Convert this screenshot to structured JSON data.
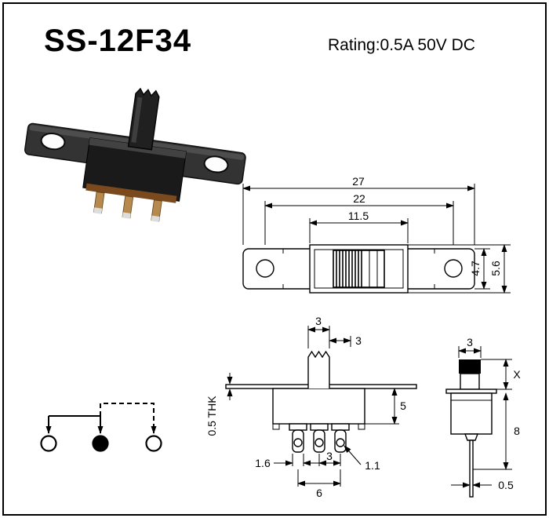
{
  "header": {
    "title": "SS-12F34",
    "rating": "Rating:0.5A 50V DC"
  },
  "views": {
    "top": {
      "dim_overall_length": "27",
      "dim_hole_pitch": "22",
      "dim_body_length": "11.5",
      "dim_plate_width": "4.7",
      "dim_body_width": "5.6"
    },
    "front": {
      "dim_knob_width": "3",
      "dim_travel": "3",
      "dim_body_height": "5",
      "dim_plate_thickness": "0.5 THK",
      "dim_pin_width": "1.6",
      "dim_pin_pitch": "3",
      "dim_hole_dia": "1.1",
      "dim_pin_span": "6"
    },
    "side": {
      "dim_knob_depth": "3",
      "dim_height_x": "X",
      "dim_body_depth": "8",
      "dim_pin_thickness": "0.5"
    }
  },
  "colors": {
    "line": "#000000",
    "bracket": "#333333",
    "switch_body": "#1a1a1a",
    "pin_bronze": "#b68a4e",
    "base_brown": "#7a4a1e"
  }
}
